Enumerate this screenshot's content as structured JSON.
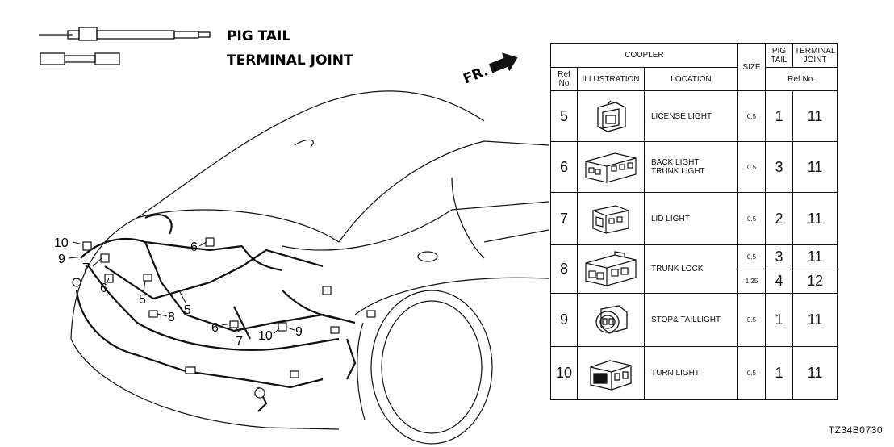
{
  "legend": {
    "pig_tail": "PIG TAIL",
    "terminal_joint": "TERMINAL JOINT"
  },
  "front_marker": "FR.",
  "callouts": [
    "10",
    "9",
    "7",
    "6",
    "5",
    "5",
    "8",
    "6",
    "7",
    "10",
    "9",
    "6"
  ],
  "table": {
    "header_coupler": "COUPLER",
    "header_size": "SIZE",
    "header_pig_tail": "PIG TAIL",
    "header_terminal_joint": "TERMINAL JOINT",
    "header_ref_no": "Ref No",
    "header_illustration": "ILLUSTRATION",
    "header_location": "LOCATION",
    "header_ref_no_right": "Ref.No.",
    "rows": [
      {
        "ref": "5",
        "location": "LICENSE LIGHT",
        "size": "0.5",
        "pig_tail": "1",
        "terminal_joint": "11"
      },
      {
        "ref": "6",
        "location": "BACK LIGHT",
        "location2": "TRUNK LIGHT",
        "size": "0.5",
        "pig_tail": "3",
        "terminal_joint": "11"
      },
      {
        "ref": "7",
        "location": "LID LIGHT",
        "size": "0.5",
        "pig_tail": "2",
        "terminal_joint": "11"
      },
      {
        "ref": "8",
        "location": "TRUNK LOCK",
        "size": "0.5",
        "pig_tail": "3",
        "terminal_joint": "11",
        "size_b": "1.25",
        "pig_tail_b": "4",
        "terminal_joint_b": "12"
      },
      {
        "ref": "9",
        "location": "STOP& TAILLIGHT",
        "size": "0.5",
        "pig_tail": "1",
        "terminal_joint": "11"
      },
      {
        "ref": "10",
        "location": "TURN LIGHT",
        "size": "0.5",
        "pig_tail": "1",
        "terminal_joint": "11"
      }
    ]
  },
  "footer_code": "TZ34B0730"
}
